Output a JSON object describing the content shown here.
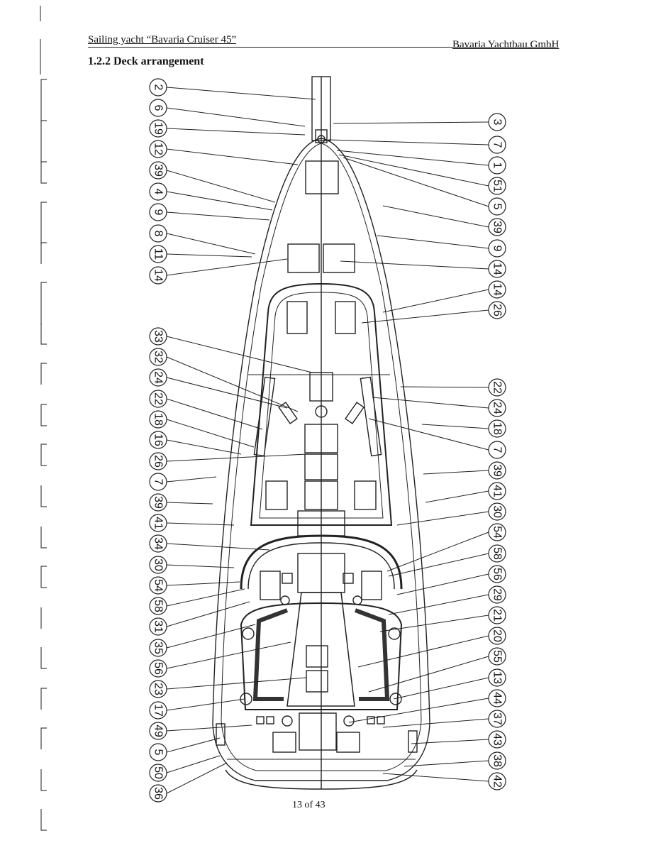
{
  "header": {
    "left": "Sailing yacht “Bavaria Cruiser 45”",
    "right": "Bavaria Yachtbau GmbH"
  },
  "section_title": "1.2.2 Deck arrangement",
  "footer": {
    "page": "13 of 43"
  },
  "callouts_left": [
    "2",
    "6",
    "19",
    "12",
    "39",
    "4",
    "9",
    "8",
    "11",
    "14",
    "33",
    "32",
    "24",
    "22",
    "18",
    "16",
    "26",
    "7",
    "39",
    "41",
    "34",
    "30",
    "54",
    "58",
    "31",
    "35",
    "56",
    "23",
    "17",
    "49",
    "5",
    "50",
    "36"
  ],
  "callouts_right": [
    "3",
    "7",
    "1",
    "51",
    "5",
    "39",
    "9",
    "14",
    "14",
    "26",
    "22",
    "24",
    "18",
    "7",
    "39",
    "41",
    "30",
    "54",
    "58",
    "56",
    "29",
    "21",
    "20",
    "55",
    "13",
    "44",
    "37",
    "43",
    "38",
    "42"
  ]
}
